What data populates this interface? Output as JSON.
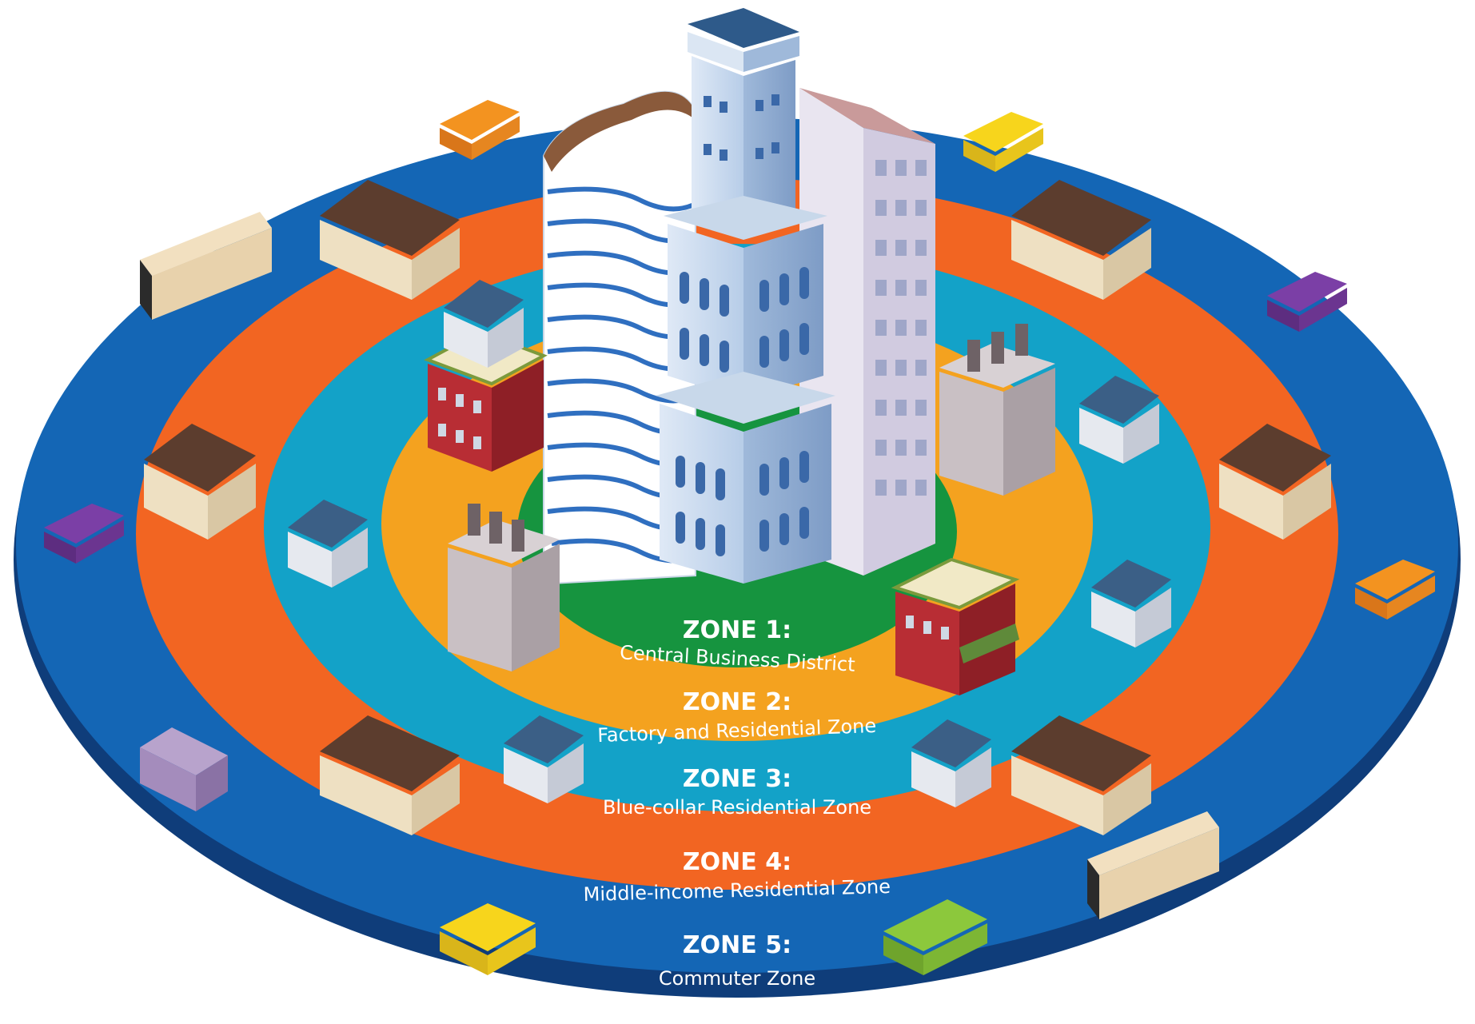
{
  "zones": [
    {
      "title": "ZONE 1:",
      "subtitle": "Central Business District",
      "color": "#16943f"
    },
    {
      "title": "ZONE 2:",
      "subtitle": "Factory and Residential Zone",
      "color": "#f4a21f"
    },
    {
      "title": "ZONE 3:",
      "subtitle": "Blue-collar Residential Zone",
      "color": "#13a2c8"
    },
    {
      "title": "ZONE 4:",
      "subtitle": "Middle-income Residential Zone",
      "color": "#f26522"
    },
    {
      "title": "ZONE 5:",
      "subtitle": "Commuter Zone",
      "color": "#1466b5"
    }
  ],
  "colors": {
    "rim": "#0f3d7a",
    "skyscraper_glass": "#a9c8e8",
    "skyscraper_frame": "#e8f0fa",
    "curved_tower_stripe": "#2f6fc0",
    "brick": "#a8262c",
    "roof_brown": "#5c3d2e",
    "roof_slate": "#3b5f86",
    "factory": "#c9c0c4",
    "taxi": "#f7d51c",
    "orange_car": "#f39320",
    "purple_car": "#7b3fa6",
    "green_car": "#8cc83c",
    "bus": "#f2e0c0"
  },
  "icons": [
    "skyscraper-icon",
    "office-tower-icon",
    "curved-tower-icon",
    "brick-building-icon",
    "factory-icon",
    "house-icon",
    "cottage-icon",
    "car-icon",
    "taxi-icon",
    "bus-icon",
    "van-icon"
  ]
}
